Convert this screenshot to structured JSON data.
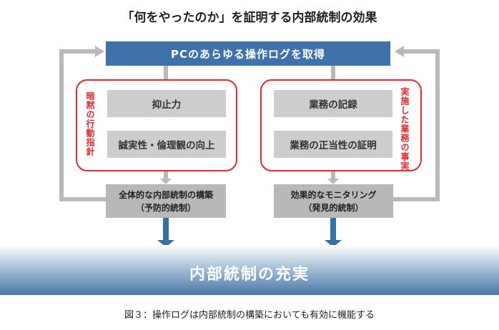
{
  "title": "「何をやったのか」を証明する内部統制の効果",
  "top_bar": "PCのあらゆる操作ログを取得",
  "left_group": {
    "side_label": "暗黙の行動指針",
    "items": [
      "抑止力",
      "誠実性・倫理観の向上"
    ],
    "result_line1": "全体的な内部統制の構築",
    "result_line2": "（予防的統制）"
  },
  "right_group": {
    "side_label": "実施した業務の事実",
    "items": [
      "業務の記録",
      "業務の正当性の証明"
    ],
    "result_line1": "効果的なモニタリング",
    "result_line2": "（発見的統制）"
  },
  "bottom_banner": "内部統制の充実",
  "caption": "図３：操作ログは内部統制の構築においても有効に機能する",
  "colors": {
    "accent_blue": "#3f72ab",
    "frame_red": "#e8262d",
    "connector_gray": "#b9b9b9",
    "arrow_blue": "#3a6fa6"
  }
}
